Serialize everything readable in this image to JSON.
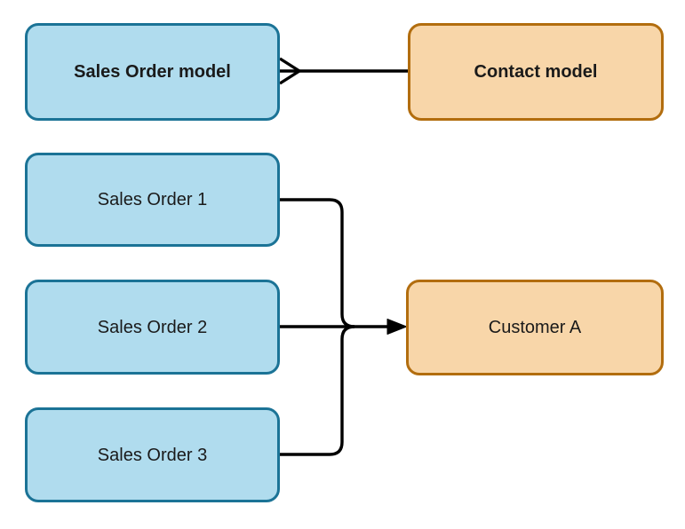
{
  "diagram": {
    "kind": "entity-relationship",
    "nodes": {
      "sales_order_model": {
        "label": "Sales Order model",
        "role": "model",
        "color": "blue",
        "emphasis": "bold"
      },
      "contact_model": {
        "label": "Contact model",
        "role": "model",
        "color": "orange",
        "emphasis": "bold"
      },
      "sales_order_1": {
        "label": "Sales Order 1",
        "role": "record",
        "color": "blue",
        "emphasis": "regular"
      },
      "sales_order_2": {
        "label": "Sales Order 2",
        "role": "record",
        "color": "blue",
        "emphasis": "regular"
      },
      "sales_order_3": {
        "label": "Sales Order 3",
        "role": "record",
        "color": "blue",
        "emphasis": "regular"
      },
      "customer_a": {
        "label": "Customer A",
        "role": "record",
        "color": "orange",
        "emphasis": "regular"
      }
    },
    "edges": [
      {
        "from": "Sales Order model",
        "to": "Contact model",
        "source_marker": "crow-foot-many",
        "target_marker": "none"
      },
      {
        "from": "Sales Order 1",
        "to": "Customer A",
        "source_marker": "none",
        "target_marker": "arrow"
      },
      {
        "from": "Sales Order 2",
        "to": "Customer A",
        "source_marker": "none",
        "target_marker": "arrow"
      },
      {
        "from": "Sales Order 3",
        "to": "Customer A",
        "source_marker": "none",
        "target_marker": "arrow"
      }
    ]
  },
  "colors": {
    "model_fill": "#b0dcee",
    "model_border": "#1b7396",
    "target_fill": "#f8d6a9",
    "target_border": "#b26d0e",
    "line_color": "#000000",
    "text_color": "#1a1a1a",
    "bg_color": "#ffffff"
  }
}
